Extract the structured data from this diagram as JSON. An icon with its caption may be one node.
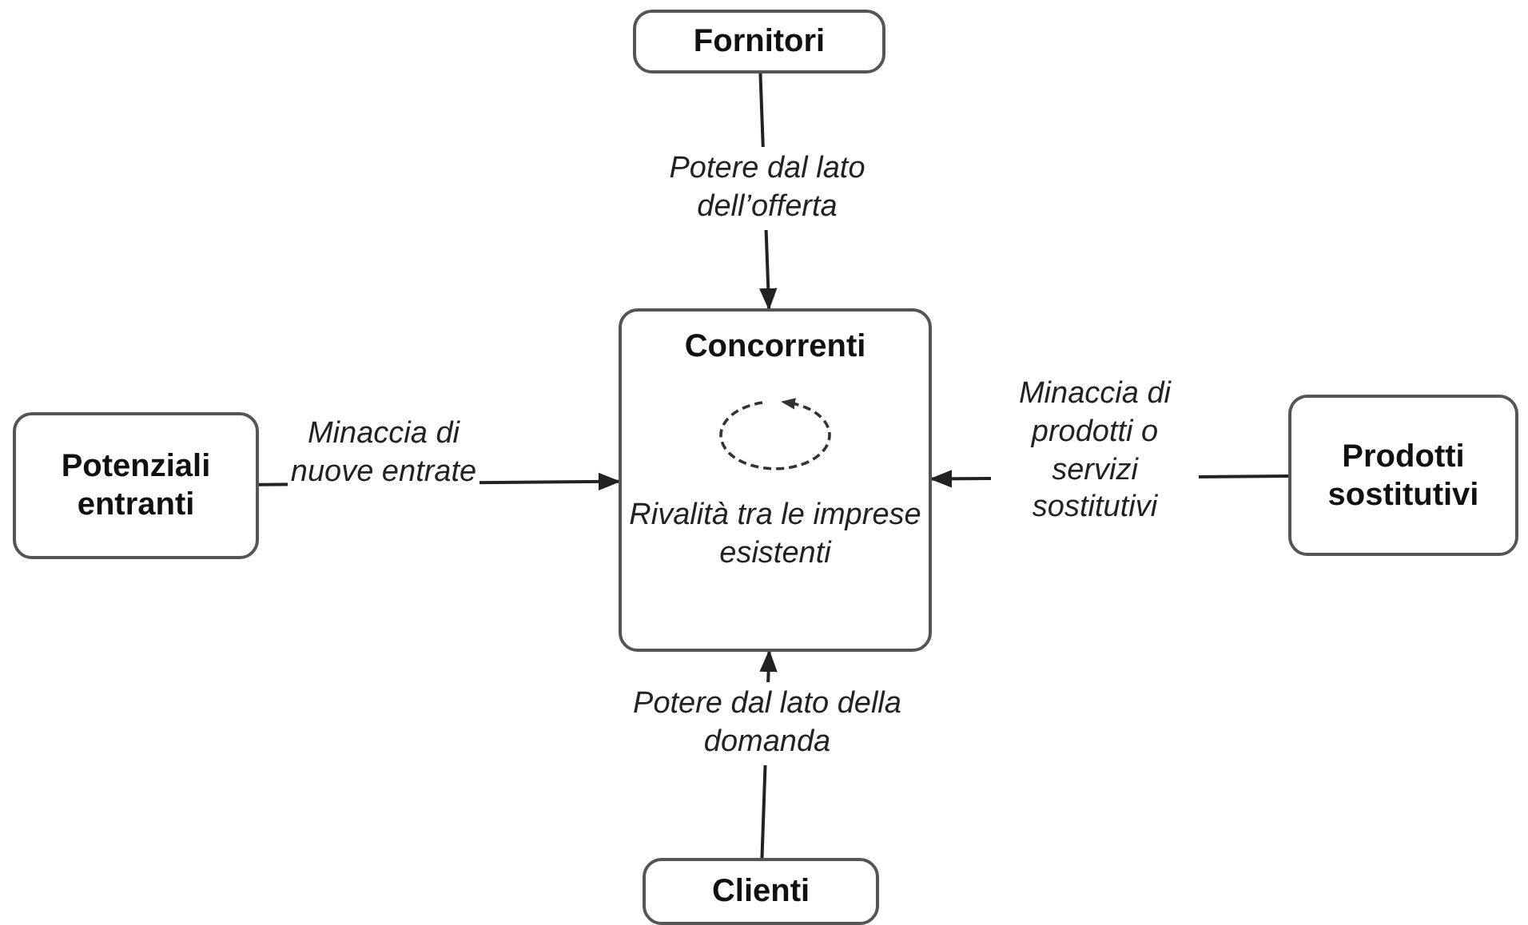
{
  "diagram": {
    "nodes": [
      {
        "text": [
          "Fornitori"
        ]
      },
      {
        "text": [
          "Potenziali entranti"
        ]
      },
      {
        "text": [
          "Concorrenti",
          "Rivalità tra le imprese esistenti"
        ]
      },
      {
        "text": [
          "Prodotti sostitutivi"
        ]
      },
      {
        "text": [
          "Clienti"
        ]
      }
    ],
    "edges": [
      {
        "from": 0,
        "to": 2,
        "arrow": "to",
        "label": "Potere dal lato dell’offerta"
      },
      {
        "from": 1,
        "to": 2,
        "arrow": "to",
        "label": "Minaccia di nuove entrate"
      },
      {
        "from": 3,
        "to": 2,
        "arrow": "to",
        "label": "Minaccia di prodotti o servizi sostitutivi"
      },
      {
        "from": 4,
        "to": 2,
        "arrow": "to",
        "label": "Potere dal lato della domanda"
      }
    ]
  }
}
